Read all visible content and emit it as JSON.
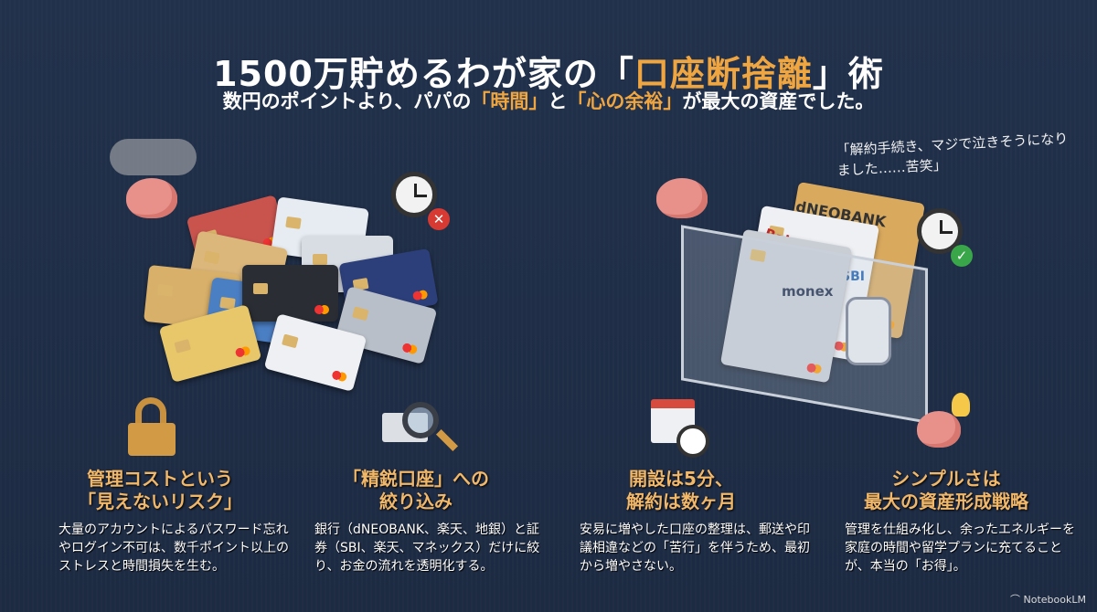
{
  "title": {
    "pre": "1500万貯めるわが家の「",
    "highlight": "口座断捨離",
    "post": "」術"
  },
  "subtitle": {
    "p1": "数円のポイントより、パパの",
    "h1": "「時間」",
    "p2": "と",
    "h2": "「心の余裕」",
    "p3": "が最大の資産でした。"
  },
  "quote": "「解約手続き、マジで泣きそうになりました……苦笑」",
  "cards_right": [
    "dNEOBANK",
    "Rakuten",
    "SBI",
    "monex"
  ],
  "columns": [
    {
      "icon": "broken-lock-icon",
      "heading1": "管理コストという",
      "heading2": "「見えないリスク」",
      "body": "大量のアカウントによるパスワード忘れやログイン不可は、数千ポイント以上のストレスと時間損失を生む。"
    },
    {
      "icon": "magnifier-card-icon",
      "heading1": "「精鋭口座」への",
      "heading2": "絞り込み",
      "body": "銀行（dNEOBANK、楽天、地銀）と証券（SBI、楽天、マネックス）だけに絞り、お金の流れを透明化する。"
    },
    {
      "icon": "calendar-clock-icon",
      "heading1": "開設は5分、",
      "heading2": "解約は数ヶ月",
      "body": "安易に増やした口座の整理は、郵送や印議相違などの「苦行」を伴うため、最初から増やさない。"
    },
    {
      "icon": "brain-lightbulb-icon",
      "heading1": "シンプルさは",
      "heading2": "最大の資産形成戦略",
      "body": "管理を仕組み化し、余ったエネルギーを家庭の時間や留学プランに充てることが、本当の「お得」。"
    }
  ],
  "footer": {
    "logo": "NotebookLM"
  },
  "colors": {
    "accent": "#f0a640",
    "background": "#1f2d45"
  }
}
